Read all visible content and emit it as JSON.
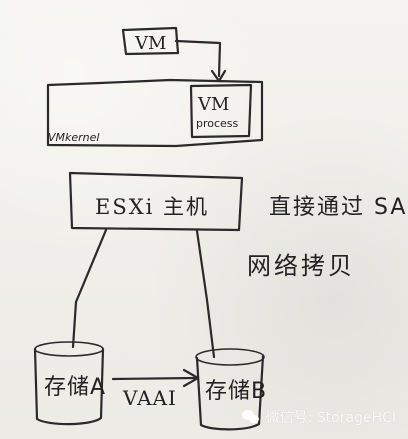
{
  "diagram": {
    "vm_top_label": "VM",
    "vm_inner_label": "VM",
    "vm_process_label": "process",
    "vmkernel_label": "VMkernel",
    "esxi_label": "ESXi 主机",
    "right_note_line1": "直接通过 SAN",
    "right_note_line2": "网络拷贝",
    "left_storage_label": "存储A",
    "right_storage_label": "存储B",
    "vaai_label": "VAAI"
  },
  "watermark": {
    "text": "微信号: StorageHCI",
    "icon": "wechat-icon"
  }
}
